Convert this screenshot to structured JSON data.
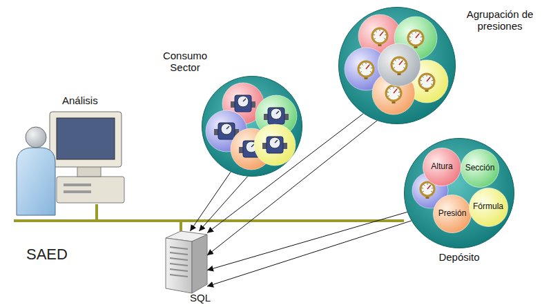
{
  "diagram": {
    "nodes": [
      {
        "text": [
          "Análisis"
        ]
      },
      {
        "text": [
          "Consumo Sector"
        ]
      },
      {
        "text": [
          "Agrupación de presiones"
        ]
      },
      {
        "text": [
          "Depósito"
        ]
      },
      {
        "text": [
          "Altura"
        ],
        "in": 3
      },
      {
        "text": [
          "Sección"
        ],
        "in": 3
      },
      {
        "text": [
          "Presión"
        ],
        "in": 3
      },
      {
        "text": [
          "Fórmula"
        ],
        "in": 3
      },
      {
        "text": [
          "SQL"
        ]
      }
    ],
    "edges": [
      {
        "from": 1,
        "to": 8,
        "arrow": "to"
      },
      {
        "from": 1,
        "to": 8,
        "arrow": "to"
      },
      {
        "from": 2,
        "to": 8,
        "arrow": "to"
      },
      {
        "from": 2,
        "to": 8,
        "arrow": "to"
      },
      {
        "from": 3,
        "to": 8,
        "arrow": "to"
      },
      {
        "from": 3,
        "to": 8,
        "arrow": "to"
      }
    ],
    "labels": [
      "SAED"
    ]
  }
}
